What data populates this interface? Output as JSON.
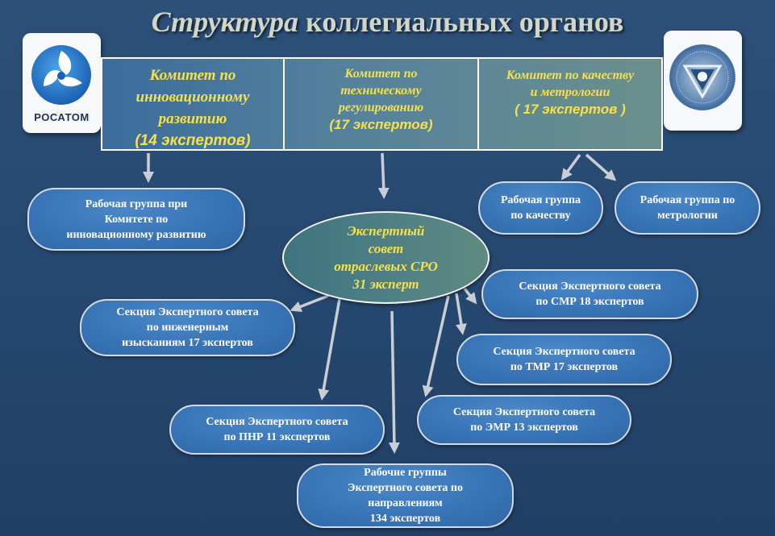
{
  "title": {
    "part1": "Структура",
    "part2": " коллегиальных органов"
  },
  "logos": {
    "left": {
      "text": "РОСАТОМ",
      "icon": "rosatom-logo-icon"
    },
    "right": {
      "icon": "triangle-emblem-icon"
    }
  },
  "committees": [
    {
      "lines": [
        "Комитет по",
        "инновационному",
        "развитию"
      ],
      "count": "(14 экспертов)"
    },
    {
      "lines": [
        "Комитет по",
        "техническому",
        "регулированию"
      ],
      "count": "(17 экспертов)"
    },
    {
      "lines": [
        "Комитет по качеству",
        "и метрологии"
      ],
      "count": "( 17 экспертов )"
    }
  ],
  "central": {
    "lines": [
      "Экспертный",
      "совет",
      "отраслевых СРО",
      "31 эксперт"
    ]
  },
  "boxes": {
    "wg_innovation": [
      "Рабочая группа при",
      "Комитете по",
      "инновационному развитию"
    ],
    "wg_quality": [
      "Рабочая группа",
      "по качеству"
    ],
    "wg_metrology": [
      "Рабочая группа по",
      "метрологии"
    ],
    "sec_engineering": [
      "Секция Экспертного совета",
      "по инженерным",
      "изысканиям  17 экспертов"
    ],
    "sec_smr": [
      "Секция Экспертного совета",
      "по СМР  18 экспертов"
    ],
    "sec_tmr": [
      "Секция Экспертного совета",
      "по ТМР  17 экспертов"
    ],
    "sec_pnr": [
      "Секция Экспертного совета",
      "по ПНР  11 экспертов"
    ],
    "sec_emr": [
      "Секция Экспертного совета",
      "по ЭМР  13 экспертов"
    ],
    "wg_expert": [
      "Рабочие группы",
      "Экспертного совета по",
      "направлениям",
      "134 экспертов"
    ]
  },
  "colors": {
    "background": "#284a73",
    "committee_text": "#f6e14a",
    "box_fill": "#3874b6",
    "arrow": "#c9ced4"
  }
}
